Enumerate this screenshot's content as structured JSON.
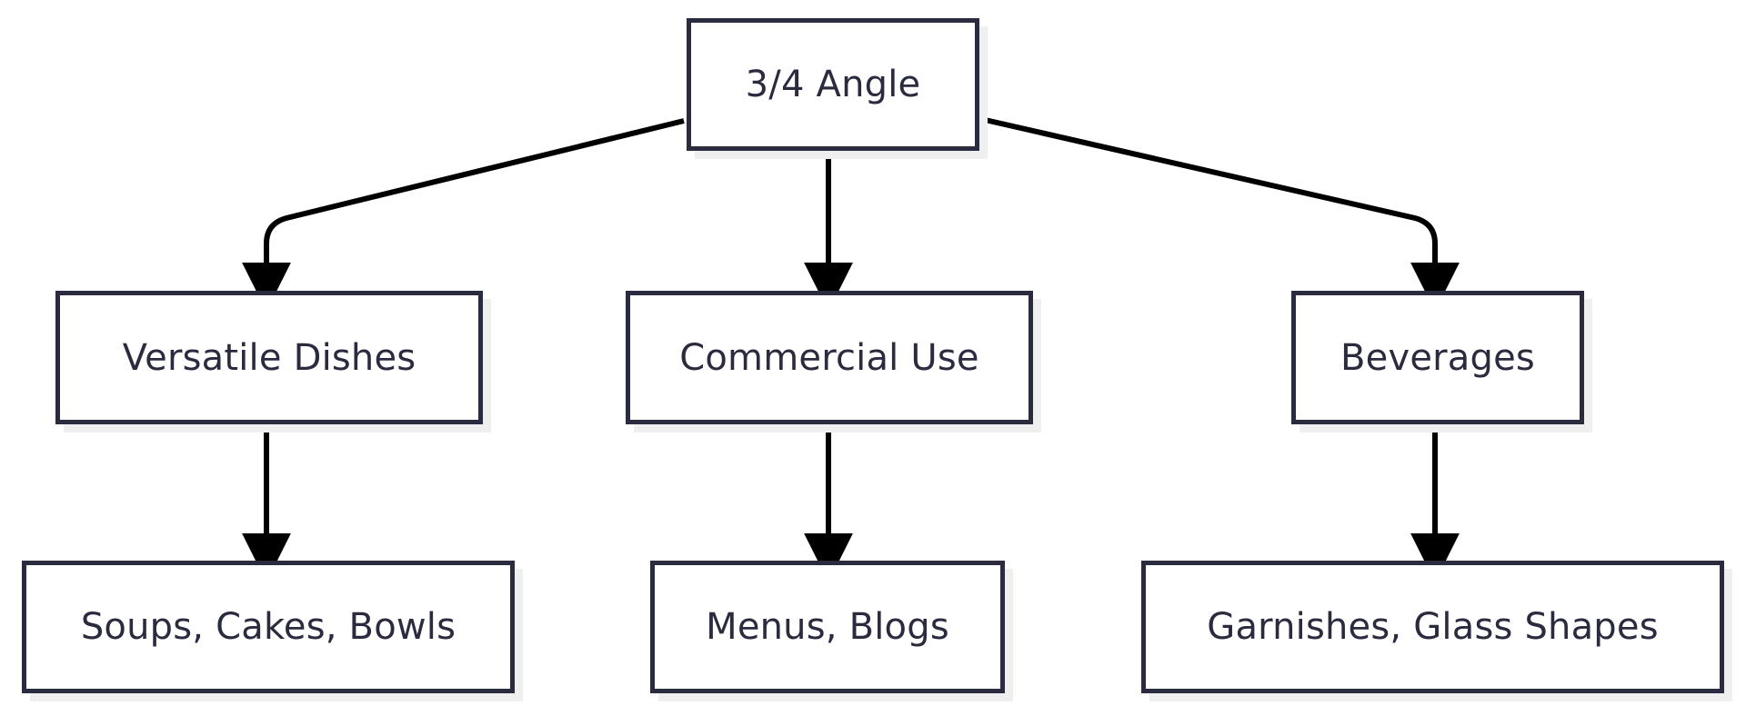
{
  "diagram": {
    "type": "flowchart-tree",
    "orientation": "top-down",
    "background_color": "#ffffff",
    "node_border_color": "#2b2b40",
    "node_fill_color": "#ffffff",
    "node_text_color": "#2b2b40",
    "node_shadow_color": "#efeff0",
    "edge_color": "#000000",
    "nodes": [
      {
        "id": "root",
        "label": "3/4 Angle",
        "level": 1
      },
      {
        "id": "versatile-dishes",
        "label": "Versatile Dishes",
        "level": 2
      },
      {
        "id": "commercial-use",
        "label": "Commercial Use",
        "level": 2
      },
      {
        "id": "beverages",
        "label": "Beverages",
        "level": 2
      },
      {
        "id": "soups-cakes-bowls",
        "label": "Soups, Cakes, Bowls",
        "level": 3
      },
      {
        "id": "menus-blogs",
        "label": "Menus, Blogs",
        "level": 3
      },
      {
        "id": "garnishes-glass-shapes",
        "label": "Garnishes, Glass Shapes",
        "level": 3
      }
    ],
    "edges": [
      {
        "from": "root",
        "to": "versatile-dishes",
        "style": "curved-elbow",
        "arrow": "end"
      },
      {
        "from": "root",
        "to": "commercial-use",
        "style": "straight",
        "arrow": "end"
      },
      {
        "from": "root",
        "to": "beverages",
        "style": "curved-elbow",
        "arrow": "end"
      },
      {
        "from": "versatile-dishes",
        "to": "soups-cakes-bowls",
        "style": "straight",
        "arrow": "end"
      },
      {
        "from": "commercial-use",
        "to": "menus-blogs",
        "style": "straight",
        "arrow": "end"
      },
      {
        "from": "beverages",
        "to": "garnishes-glass-shapes",
        "style": "straight",
        "arrow": "end"
      }
    ]
  }
}
